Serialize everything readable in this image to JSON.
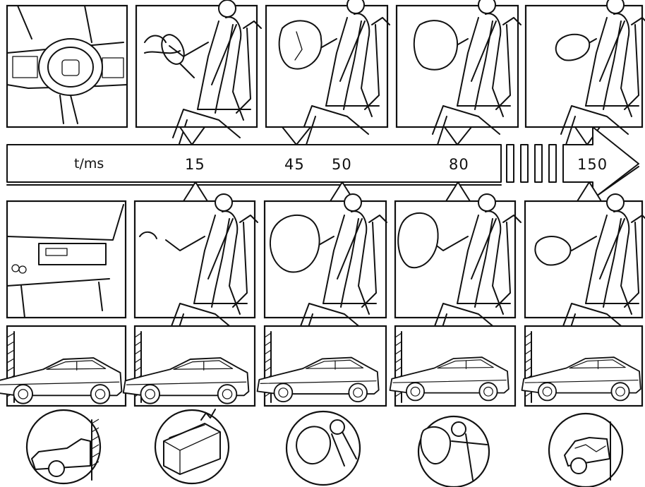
{
  "timeline": {
    "unit_label": "t/ms",
    "ticks": [
      "15",
      "45",
      "50",
      "80",
      "150"
    ]
  },
  "icons": {
    "dashboard": "steering-wheel-dashboard",
    "crash_sensor": "crash-sensor-box",
    "airbag": "inflating-airbag",
    "occupant": "seated-occupant-with-seatbelt",
    "car": "sedan-side-view",
    "wall": "barrier-wall"
  },
  "colors": {
    "ink": "#111111",
    "paper": "#ffffff"
  }
}
